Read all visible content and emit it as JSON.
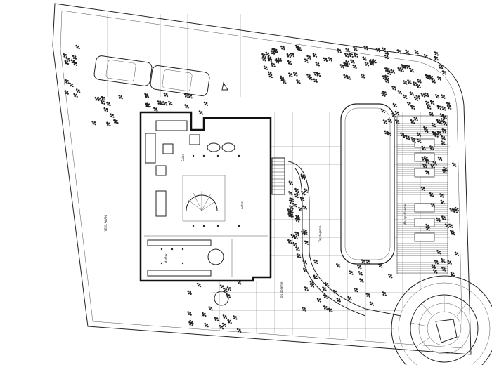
{
  "labels": {
    "green_area": "YEŞİL ALAN",
    "living_room": "Salon",
    "kitchen": "Mutfak",
    "entrance": "Antre",
    "stone_paving_1": "Taş döşeme",
    "stone_paving_2": "Taş döşeme",
    "wood_deck": "Ahşap döşeme"
  },
  "colors": {
    "line": "#222222",
    "background": "#ffffff"
  }
}
